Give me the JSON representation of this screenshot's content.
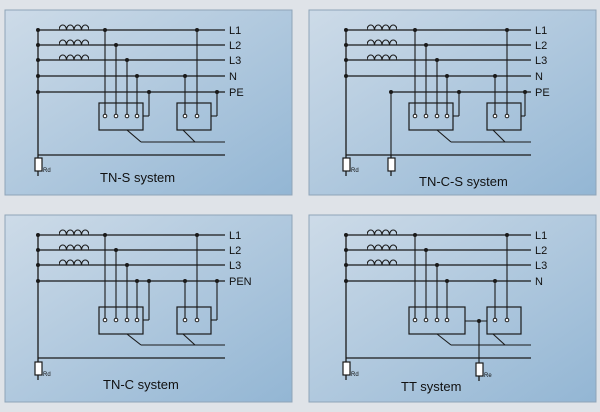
{
  "colors": {
    "panel_top": "#c9d8e6",
    "panel_bottom": "#95b8d6",
    "page": "#dfe3e8",
    "ink": "#1a1a1a"
  },
  "panels": [
    {
      "title": "TN-S system",
      "labels": [
        "L1",
        "L2",
        "L3",
        "N",
        "PE"
      ],
      "ground_labels": [
        "Rd"
      ]
    },
    {
      "title": "TN-C-S system",
      "labels": [
        "L1",
        "L2",
        "L3",
        "N",
        "PE"
      ],
      "ground_labels": [
        "Rd"
      ]
    },
    {
      "title": "TN-C system",
      "labels": [
        "L1",
        "L2",
        "L3",
        "PEN"
      ],
      "ground_labels": [
        "Rd"
      ]
    },
    {
      "title": "TT system",
      "labels": [
        "L1",
        "L2",
        "L3",
        "N"
      ],
      "ground_labels": [
        "Rd",
        "Re"
      ]
    }
  ]
}
